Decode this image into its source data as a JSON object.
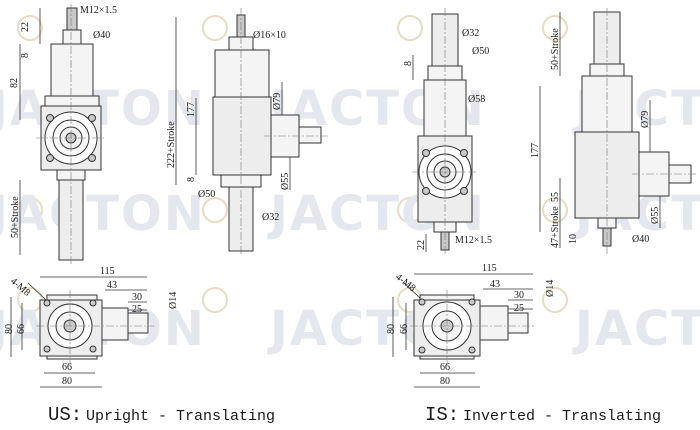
{
  "brand": {
    "watermark": "JACTON"
  },
  "upright": {
    "caption_code": "US:",
    "caption_text": "Upright - Translating",
    "front": {
      "thread": "M12×1.5",
      "d_collar": "Ø40",
      "h_top": "22",
      "h_step": "8",
      "h_body": "82",
      "stroke": "50+Stroke"
    },
    "side": {
      "d_shaft": "Ø16×10",
      "total": "222+Stroke",
      "h_mid": "177",
      "h_low": "8",
      "d_flange": "Ø79",
      "d_output": "Ø55",
      "d_base": "Ø50",
      "d_tube": "Ø32"
    },
    "plan": {
      "holes": "4-M8",
      "w_total": "115",
      "w_off": "43",
      "w_shaft": "30",
      "w_key": "25",
      "d_shaft": "Ø14",
      "h_outer": "80",
      "h_inner": "66",
      "w_inner": "66",
      "w_outer": "80"
    }
  },
  "inverted": {
    "caption_code": "IS:",
    "caption_text": "Inverted - Translating",
    "front": {
      "d_top": "Ø32",
      "d_collar": "Ø50",
      "h_step": "8",
      "d_body": "Ø58",
      "h_thread": "22",
      "thread": "M12×1.5"
    },
    "side": {
      "stroke": "50+Stroke",
      "h_mid": "177",
      "d_flange": "Ø79",
      "h_low": "47+Stroke",
      "h_55": "55",
      "h_10": "10",
      "d_output": "Ø55",
      "d_base": "Ø40"
    },
    "plan": {
      "holes": "4-M8",
      "w_total": "115",
      "w_off": "43",
      "w_shaft": "30",
      "w_key": "25",
      "d_shaft": "Ø14",
      "h_outer": "80",
      "h_inner": "66",
      "w_inner": "66",
      "w_outer": "80"
    }
  }
}
